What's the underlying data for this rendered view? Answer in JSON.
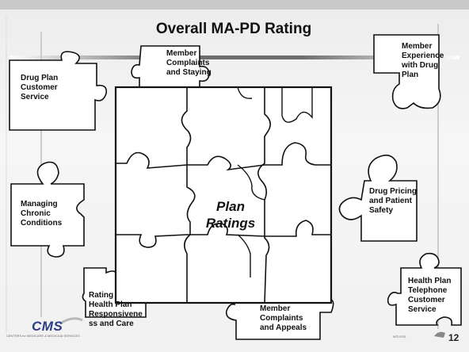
{
  "title": "Overall MA-PD Rating",
  "center_label_line1": "Plan",
  "center_label_line2": "Ratings",
  "pieces": {
    "drug_plan_customer_service": [
      "Drug Plan",
      "Customer",
      "Service"
    ],
    "member_complaints_staying": [
      "Member",
      "Complaints",
      "and Staying"
    ],
    "member_experience_drug_plan": [
      "Member",
      "Experience",
      "with Drug",
      "Plan"
    ],
    "managing_chronic_conditions": [
      "Managing",
      "Chronic",
      "Conditions"
    ],
    "drug_pricing_patient_safety": [
      "Drug Pricing",
      "and Patient",
      "Safety"
    ],
    "rating_health_plan_responsiveness": [
      "Rating",
      "Health Plan",
      "Responsivene",
      "ss and Care"
    ],
    "member_complaints_appeals": [
      "Member",
      "Complaints",
      "and Appeals"
    ],
    "health_plan_telephone_customer_service": [
      "Health Plan",
      "Telephone",
      "Customer",
      "Service"
    ]
  },
  "footer": {
    "logo_text": "CMS",
    "logo_subtext": "CENTERS for MEDICARE & MEDICAID SERVICES",
    "right_subtext": "WTLESS",
    "page_number": "12"
  }
}
